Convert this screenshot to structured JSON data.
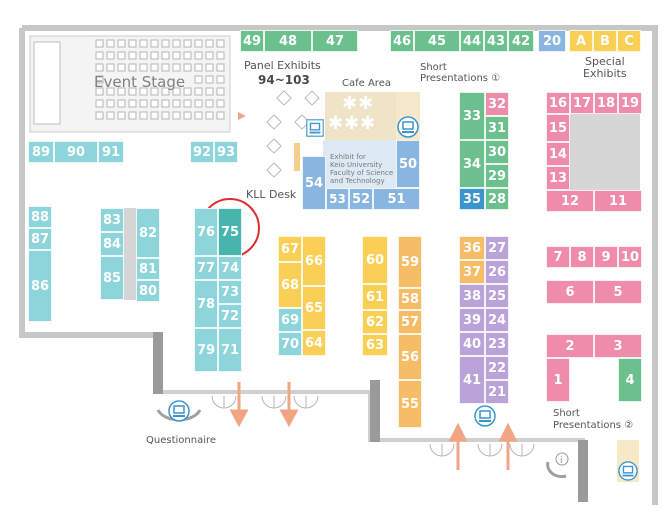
{
  "colors": {
    "green": "#6cc08e",
    "blue": "#3c94cc",
    "yellow": "#f9cf55",
    "orange": "#f7bc66",
    "teal": "#8dd5da",
    "teal_selected": "#47b4ae",
    "purple": "#b9a3d8",
    "pink": "#ee8ca9",
    "periwinkle": "#88b6e1",
    "gray": "#c8c8c8",
    "highlight_ring": "#e02c2c",
    "arrow": "#f0a585"
  },
  "labels": {
    "event_stage": "Event Stage",
    "panel_exhibits": "Panel Exhibits",
    "panel_range": "94~103",
    "cafe_area": "Cafe Area",
    "short_presentations_1": "Short",
    "short_presentations_1b": "Presentations ①",
    "special_exhibits_a": "Special",
    "special_exhibits_b": "Exhibits",
    "kll_desk": "KLL Desk",
    "exhibit_note_1": "Exhibit for",
    "exhibit_note_2": "Keio University",
    "exhibit_note_3": "Faculty of Science",
    "exhibit_note_4": "and Technology",
    "short_presentations_2": "Short",
    "short_presentations_2b": "Presentations ②",
    "questionnaire": "Questionnaire"
  },
  "highlighted_booth": "75",
  "booths": {
    "b49": "49",
    "b48": "48",
    "b47": "47",
    "b46": "46",
    "b45": "45",
    "b44": "44",
    "b43": "43",
    "b42": "42",
    "b20": "20",
    "bA": "A",
    "bB": "B",
    "bC": "C",
    "b89": "89",
    "b90": "90",
    "b91": "91",
    "b92": "92",
    "b93": "93",
    "b33": "33",
    "b32": "32",
    "b31": "31",
    "b34": "34",
    "b30": "30",
    "b29": "29",
    "b35": "35",
    "b28": "28",
    "b16": "16",
    "b17": "17",
    "b18": "18",
    "b19": "19",
    "b15": "15",
    "b14": "14",
    "b13": "13",
    "b12": "12",
    "b11": "11",
    "b50": "50",
    "b54": "54",
    "b53": "53",
    "b52": "52",
    "b51": "51",
    "b88": "88",
    "b87": "87",
    "b86": "86",
    "b83": "83",
    "b84": "84",
    "b85": "85",
    "b82": "82",
    "b81": "81",
    "b80": "80",
    "b76": "76",
    "b75": "75",
    "b77": "77",
    "b74": "74",
    "b73": "73",
    "b78": "78",
    "b72": "72",
    "b79": "79",
    "b71": "71",
    "b67": "67",
    "b66": "66",
    "b68": "68",
    "b65": "65",
    "b69": "69",
    "b70": "70",
    "b64": "64",
    "b60": "60",
    "b61": "61",
    "b62": "62",
    "b63": "63",
    "b59": "59",
    "b58": "58",
    "b57": "57",
    "b56": "56",
    "b55": "55",
    "b36": "36",
    "b27": "27",
    "b37": "37",
    "b26": "26",
    "b38": "38",
    "b25": "25",
    "b39": "39",
    "b24": "24",
    "b40": "40",
    "b23": "23",
    "b41": "41",
    "b22": "22",
    "b21": "21",
    "b7": "7",
    "b8": "8",
    "b9": "9",
    "b10": "10",
    "b6": "6",
    "b5": "5",
    "b2": "2",
    "b3": "3",
    "b1": "1",
    "b4": "4"
  }
}
